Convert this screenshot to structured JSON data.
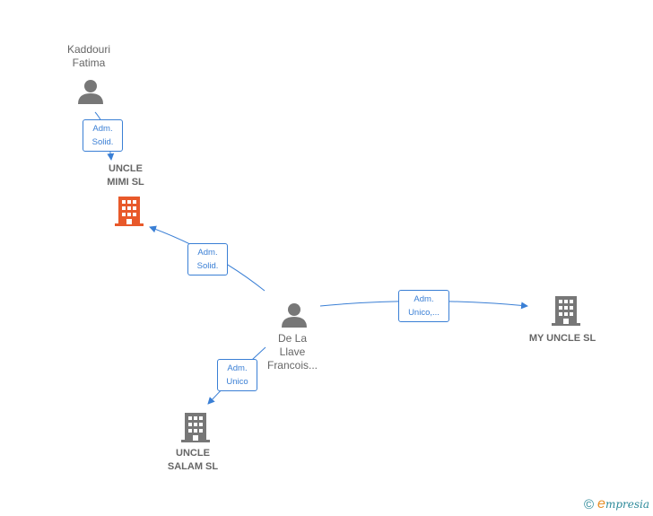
{
  "colors": {
    "edge": "#3a7fd5",
    "person_icon": "#777777",
    "company_icon": "#777777",
    "company_highlight": "#e8592a",
    "label_text": "#666666"
  },
  "nodes": {
    "kaddouri": {
      "label": "Kaddouri\nFatima",
      "type": "person",
      "icon": "person-icon"
    },
    "uncle_mimi": {
      "label": "UNCLE\nMIMI  SL",
      "type": "company",
      "icon": "building-icon",
      "highlight": true
    },
    "de_la_llave": {
      "label": "De La\nLlave\nFrancois...",
      "type": "person",
      "icon": "person-icon"
    },
    "my_uncle": {
      "label": "MY UNCLE  SL",
      "type": "company",
      "icon": "building-icon"
    },
    "uncle_salam": {
      "label": "UNCLE\nSALAM  SL",
      "type": "company",
      "icon": "building-icon"
    }
  },
  "edges": {
    "kaddouri_to_mimi": {
      "label": "Adm.\nSolid."
    },
    "llave_to_mimi": {
      "label": "Adm.\nSolid."
    },
    "llave_to_my_uncle": {
      "label": "Adm.\nUnico,..."
    },
    "llave_to_salam": {
      "label": "Adm.\nUnico"
    }
  },
  "footer": {
    "copyright_symbol": "©",
    "brand_initial": "e",
    "brand_rest": "mpresia"
  }
}
